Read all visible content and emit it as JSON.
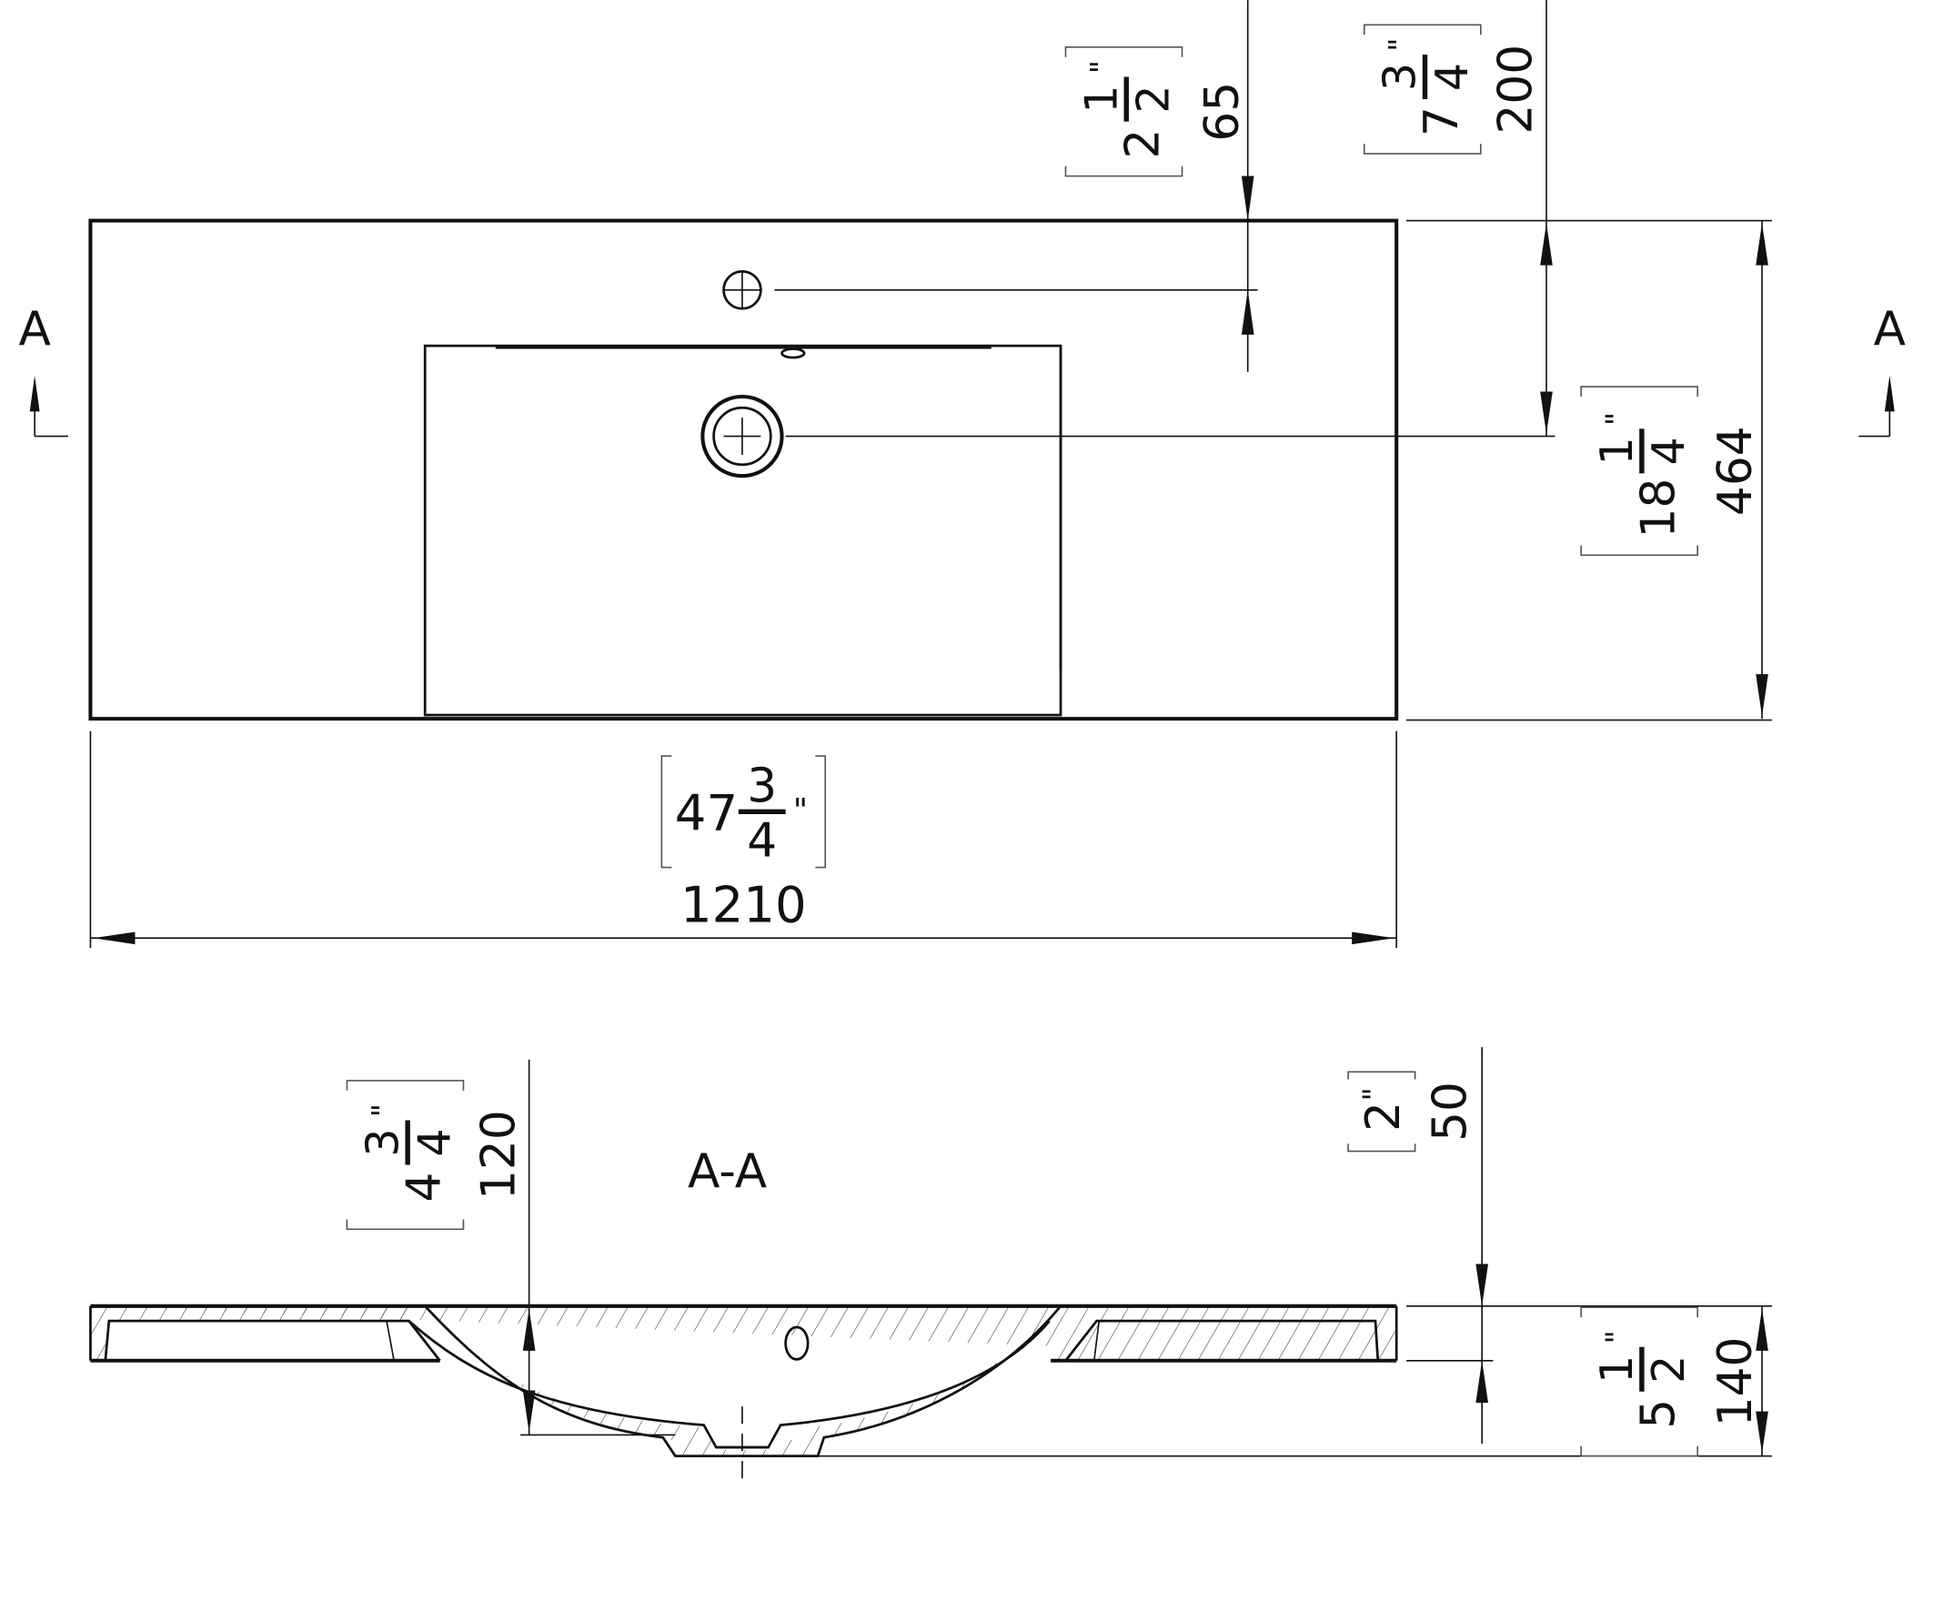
{
  "section_mark": "A",
  "section_title": "A-A",
  "dimensions": {
    "width": {
      "mm": "1210",
      "whole": "47",
      "num": "3",
      "den": "4",
      "inch": "\""
    },
    "depth": {
      "mm": "464",
      "whole": "18",
      "num": "1",
      "den": "4",
      "inch": "\""
    },
    "tap_offset": {
      "mm": "65",
      "whole": "2",
      "num": "1",
      "den": "2",
      "inch": "\""
    },
    "drain_offset": {
      "mm": "200",
      "whole": "7",
      "num": "3",
      "den": "4",
      "inch": "\""
    },
    "bowl_depth": {
      "mm": "120",
      "whole": "4",
      "num": "3",
      "den": "4",
      "inch": "\""
    },
    "rim_height": {
      "mm": "50",
      "whole": "2",
      "inch": "\""
    },
    "total_height": {
      "mm": "140",
      "whole": "5",
      "num": "1",
      "den": "2",
      "inch": "\""
    }
  }
}
